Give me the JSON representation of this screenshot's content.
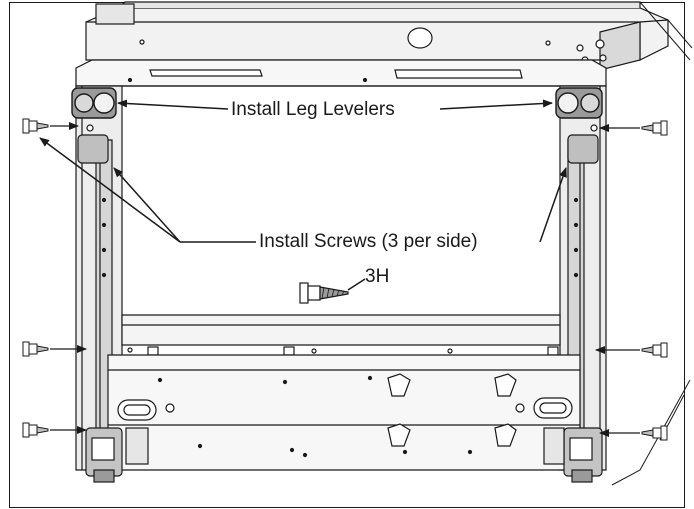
{
  "callouts": {
    "leg_levelers": "Install Leg Levelers",
    "screws": "Install Screws (3 per side)",
    "part_number": "3H"
  },
  "colors": {
    "line": "#1a1a1a",
    "metal_light": "#f2f2f2",
    "metal_mid": "#d9d9d9",
    "metal_dark": "#9a9a9a",
    "background": "#ffffff"
  }
}
